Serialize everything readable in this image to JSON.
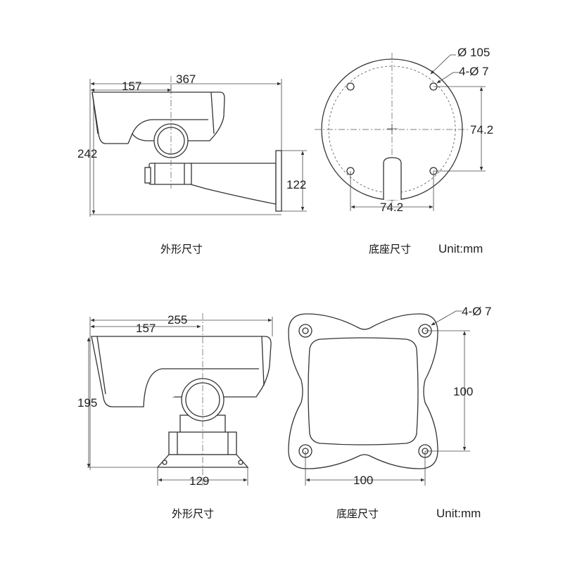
{
  "top_row": {
    "side_view": {
      "dim_total_length": "367",
      "dim_hood_length": "157",
      "dim_height": "242",
      "dim_bracket_height": "122",
      "caption": "外形尺寸"
    },
    "base_view": {
      "dim_diameter": "Ø 105",
      "dim_holes": "4-Ø 7",
      "dim_vertical": "74.2",
      "dim_horizontal": "74.2",
      "caption": "底座尺寸",
      "unit": "Unit:mm"
    }
  },
  "bottom_row": {
    "side_view": {
      "dim_total_length": "255",
      "dim_hood_length": "157",
      "dim_height": "195",
      "dim_base_width": "129",
      "caption": "外形尺寸"
    },
    "base_view": {
      "dim_holes": "4-Ø 7",
      "dim_vertical": "100",
      "dim_horizontal": "100",
      "caption": "底座尺寸",
      "unit": "Unit:mm"
    }
  }
}
